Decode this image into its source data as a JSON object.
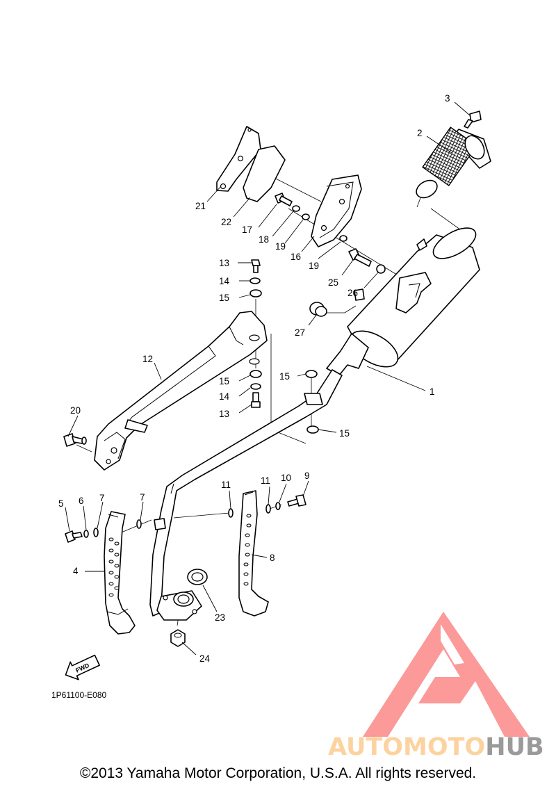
{
  "diagram": {
    "code": "1P61100-E080",
    "fwd_label": "FWD",
    "callouts": [
      {
        "id": "c1",
        "label": "1"
      },
      {
        "id": "c2",
        "label": "2"
      },
      {
        "id": "c3",
        "label": "3"
      },
      {
        "id": "c4",
        "label": "4"
      },
      {
        "id": "c5",
        "label": "5"
      },
      {
        "id": "c6",
        "label": "6"
      },
      {
        "id": "c7a",
        "label": "7"
      },
      {
        "id": "c7b",
        "label": "7"
      },
      {
        "id": "c8",
        "label": "8"
      },
      {
        "id": "c9",
        "label": "9"
      },
      {
        "id": "c10",
        "label": "10"
      },
      {
        "id": "c11a",
        "label": "11"
      },
      {
        "id": "c11b",
        "label": "11"
      },
      {
        "id": "c12",
        "label": "12"
      },
      {
        "id": "c13a",
        "label": "13"
      },
      {
        "id": "c13b",
        "label": "13"
      },
      {
        "id": "c14a",
        "label": "14"
      },
      {
        "id": "c14b",
        "label": "14"
      },
      {
        "id": "c15a",
        "label": "15"
      },
      {
        "id": "c15b",
        "label": "15"
      },
      {
        "id": "c15c",
        "label": "15"
      },
      {
        "id": "c15d",
        "label": "15"
      },
      {
        "id": "c16",
        "label": "16"
      },
      {
        "id": "c17",
        "label": "17"
      },
      {
        "id": "c18",
        "label": "18"
      },
      {
        "id": "c19a",
        "label": "19"
      },
      {
        "id": "c19b",
        "label": "19"
      },
      {
        "id": "c20",
        "label": "20"
      },
      {
        "id": "c21",
        "label": "21"
      },
      {
        "id": "c22",
        "label": "22"
      },
      {
        "id": "c23",
        "label": "23"
      },
      {
        "id": "c24",
        "label": "24"
      },
      {
        "id": "c25",
        "label": "25"
      },
      {
        "id": "c26",
        "label": "26"
      },
      {
        "id": "c27",
        "label": "27"
      }
    ]
  },
  "watermark": {
    "part1": "AUTOMOTO",
    "part2": "HUB",
    "colors": {
      "accent": "#fb9a99",
      "light": "#fcd3a0",
      "dark": "#9a9a9a"
    }
  },
  "footer": {
    "copyright": "©2013 Yamaha Motor Corporation, U.S.A. All rights reserved."
  }
}
